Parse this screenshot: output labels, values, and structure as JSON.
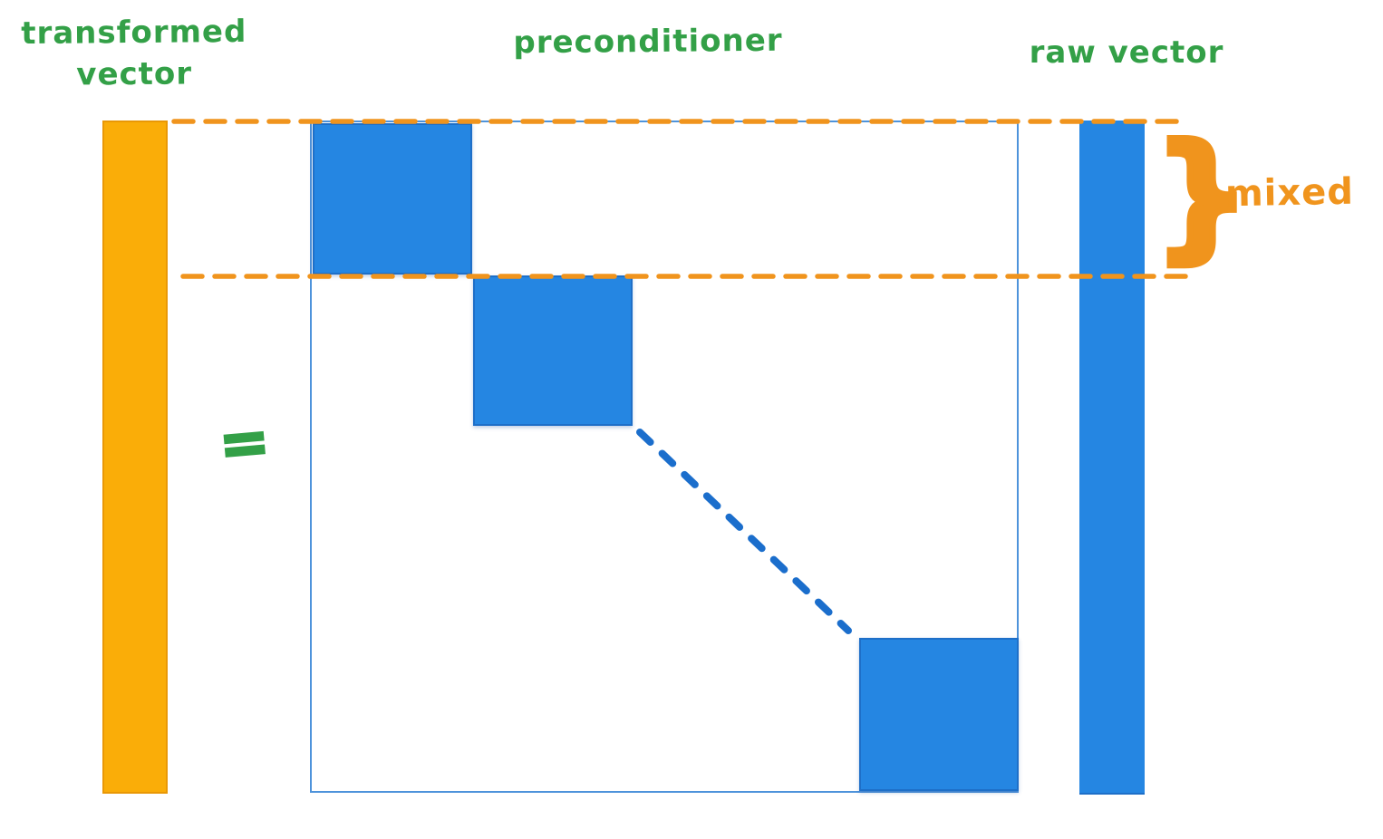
{
  "labels": {
    "transformed_vector_line1": "transformed",
    "transformed_vector_line2": "vector",
    "preconditioner": "preconditioner",
    "raw_vector": "raw vector",
    "equals": "=",
    "mixed": "mixed",
    "brace": "}"
  },
  "colors": {
    "green_label": "#33A047",
    "orange_bar": "#FAAD08",
    "orange_bar_border": "#E99806",
    "orange_accent": "#F0941D",
    "blue_fill": "#2586E2",
    "blue_block_border": "#1E6FC8",
    "blue_dash": "#1B6ECC",
    "matrix_border": "#4E93DB"
  }
}
